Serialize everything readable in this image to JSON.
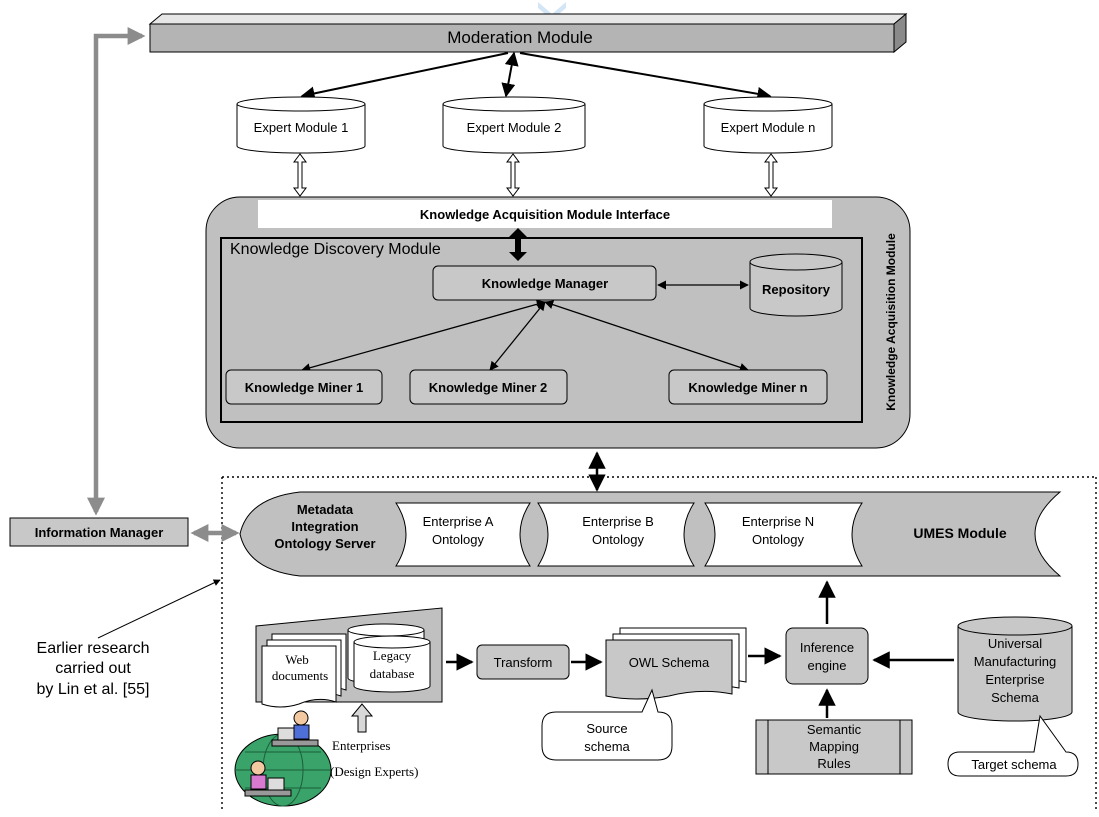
{
  "moderation": {
    "title": "Moderation Module"
  },
  "experts": [
    {
      "label": "Expert Module 1"
    },
    {
      "label": "Expert Module 2"
    },
    {
      "label": "Expert Module n"
    }
  ],
  "acquisition": {
    "interface_label": "Knowledge Acquisition Module Interface",
    "side_label": "Knowledge Acquisition Module",
    "discovery_title": "Knowledge Discovery Module",
    "manager": "Knowledge Manager",
    "repository": "Repository",
    "miners": [
      {
        "label": "Knowledge Miner 1"
      },
      {
        "label": "Knowledge Miner 2"
      },
      {
        "label": "Knowledge Miner n"
      }
    ]
  },
  "information_manager": "Information Manager",
  "umes": {
    "server_lines": [
      "Metadata",
      "Integration",
      "Ontology Server"
    ],
    "ontologies": [
      {
        "line1": "Enterprise A",
        "line2": "Ontology"
      },
      {
        "line1": "Enterprise B",
        "line2": "Ontology"
      },
      {
        "line1": "Enterprise N",
        "line2": "Ontology"
      }
    ],
    "module_label": "UMES Module"
  },
  "sources": {
    "web_lines": [
      "Web",
      "documents"
    ],
    "legacy_lines": [
      "Legacy",
      "database"
    ],
    "transform": "Transform",
    "owl": "OWL Schema",
    "source_schema_lines": [
      "Source",
      "schema"
    ],
    "inference_lines": [
      "Inference",
      "engine"
    ],
    "semantic_lines": [
      "Semantic",
      "Mapping",
      "Rules"
    ],
    "universal_lines": [
      "Universal",
      "Manufacturing",
      "Enterprise",
      "Schema"
    ],
    "target_schema": "Target schema",
    "enterprises_lines": [
      "Enterprises",
      "(Design Experts)"
    ]
  },
  "annotation": {
    "earlier_lines": [
      "Earlier research",
      "carried out",
      "by Lin et al.  [55]"
    ]
  },
  "colors": {
    "gray_box": "#c8c8c8",
    "module_bg": "#c0c0c0",
    "arrow_gray": "#8c8c8c",
    "watermark": "#cfe3f5"
  }
}
